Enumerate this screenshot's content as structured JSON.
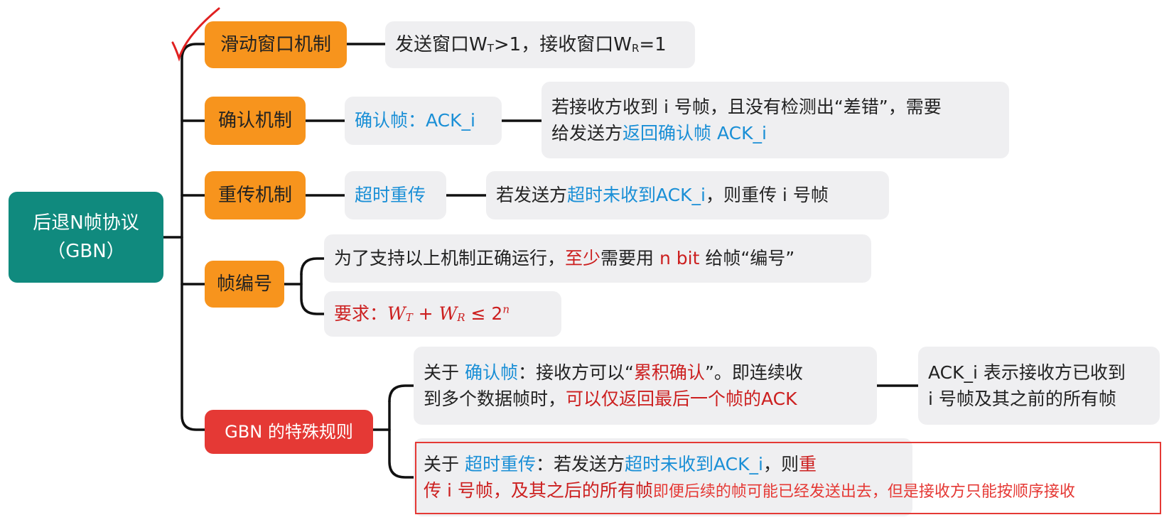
{
  "root": {
    "line1": "后退N帧协议",
    "line2": "（GBN）"
  },
  "branches": {
    "window": {
      "label": "滑动窗口机制",
      "leaf": {
        "a": "发送窗口W",
        "a_sub": "T",
        "b": ">1，接收窗口W",
        "b_sub": "R",
        "c": "=1"
      }
    },
    "ack": {
      "label": "确认机制",
      "mid": "确认帧：ACK_i",
      "leaf": {
        "line1": "若接收方收到 i 号帧，且没有检测出“差错”，需要",
        "line2_plain": "给发送方",
        "line2_blue": "返回确认帧 ACK_i"
      }
    },
    "retrans": {
      "label": "重传机制",
      "mid": "超时重传",
      "leaf": {
        "a": "若发送方",
        "b_blue": "超时未收到ACK_i",
        "c": "，则重传 i 号帧"
      }
    },
    "seq": {
      "label": "帧编号",
      "leaf1": {
        "a": "为了支持以上机制正确运行，",
        "b_red": "至少",
        "c": "需要用 ",
        "d_red": "n bit",
        "e": " 给帧“编号”"
      },
      "leaf2": {
        "prefix": "要求：",
        "w": "W",
        "t": "T",
        "plus": " + ",
        "r": "R",
        "le": " ≤ 2",
        "n": "n"
      }
    },
    "special": {
      "label": "GBN 的特殊规则",
      "leaf1": {
        "a": "关于 ",
        "b_blue": "确认帧",
        "c": "：接收方可以“",
        "d_red": "累积确认",
        "e": "”。即连续收",
        "f": "到多个数据帧时，",
        "g_red": "可以仅返回最后一个帧的ACK"
      },
      "leaf1_child": {
        "line1": "ACK_i 表示接收方已收到",
        "line2": "i 号帧及其之前的所有帧"
      },
      "leaf2": {
        "a": "关于 ",
        "b_blue": "超时重传",
        "c": "：若发送方",
        "d_blue": "超时未收到ACK_i",
        "e": "，则",
        "f_red": "重",
        "g_red": "传 i 号帧，及其之后的所有帧",
        "note": "即便后续的帧可能已经发送出去，但是接收方只能按顺序接收"
      }
    }
  },
  "colors": {
    "root": "#108a7e",
    "orange": "#f7941d",
    "red": "#e53935",
    "blue": "#1a8fd6",
    "leaf": "#efeff1"
  }
}
